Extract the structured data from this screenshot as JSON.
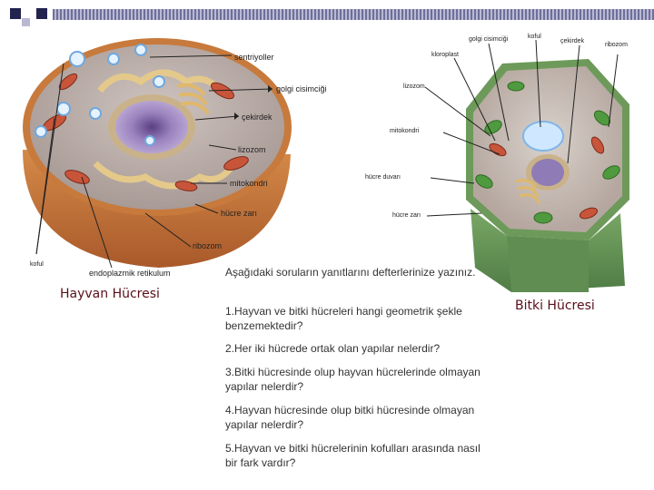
{
  "animal_cell": {
    "caption": "Hayvan Hücresi",
    "labels": {
      "sentriyoller": "sentriyoller",
      "golgi": "golgi cisimciği",
      "cekirdek": "çekirdek",
      "lizozom": "lizozom",
      "mitokondri": "mitokondri",
      "hucre_zari": "hücre zarı",
      "ribozom": "ribozom",
      "koful": "koful",
      "endoplazmik": "endoplazmik retikulum"
    }
  },
  "plant_cell": {
    "caption": "Bitki Hücresi",
    "labels": {
      "golgi": "golgi cisimciği",
      "koful": "koful",
      "cekirdek": "çekirdek",
      "ribozom": "ribozom",
      "kloroplast": "kloroplast",
      "lizozom": "lizozom",
      "mitokondri": "mitokondri",
      "hucre_duvari": "hücre duvarı",
      "hucre_zari": "hücre zarı"
    }
  },
  "questions": {
    "intro": "Aşağıdaki soruların yanıtlarını defterlerinize yazınız.",
    "q1": "1.Hayvan ve bitki hücreleri hangi geometrik şekle benzemektedir?",
    "q2": "2.Her iki hücrede ortak olan yapılar nelerdir?",
    "q3": "3.Bitki hücresinde olup hayvan hücrelerinde olmayan yapılar nelerdir?",
    "q4": "4.Hayvan hücresinde olup bitki hücresinde olmayan yapılar nelerdir?",
    "q5": "5.Hayvan ve bitki hücrelerinin kofulları arasında nasıl bir fark vardır?"
  },
  "colors": {
    "title_square_dark": "#23234f",
    "title_square_light": "#b9b9d2",
    "caption": "#5a0f1a",
    "cytoplasm": "#b7aaa6",
    "membrane": "#c77a3c",
    "nucleus": "#8f7bb5",
    "cell_wall": "#6d9a5a"
  }
}
